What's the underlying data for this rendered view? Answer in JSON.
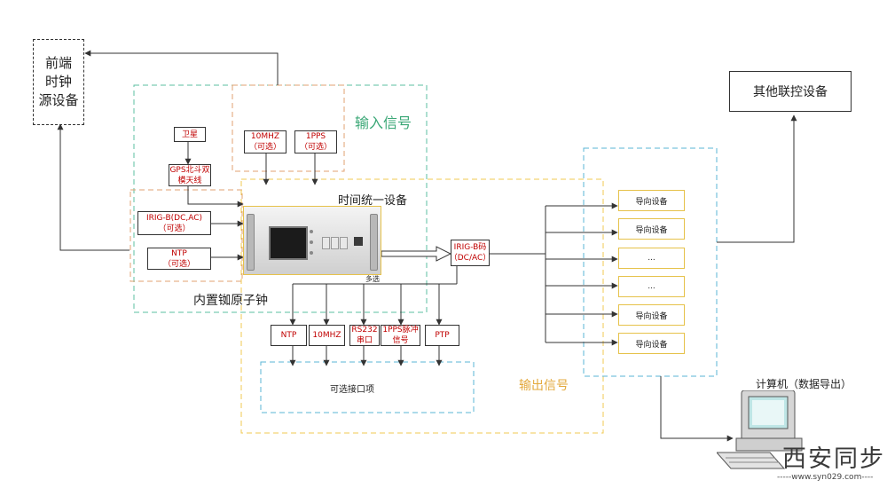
{
  "front_clock": "前端\n时钟\n源设备",
  "other_device": "其他联控设备",
  "input_signal": "输入信号",
  "satellite": "卫星",
  "antenna": "GPS北斗双\n模天线",
  "mhz_in": "10MHZ\n（可选）",
  "pps_in": "1PPS\n（可选）",
  "irigb_in": "IRIG-B(DC,AC)\n（可选）",
  "ntp_in": "NTP\n（可选）",
  "device_title": "时间统一设备",
  "builtin_clock": "内置铷原子钟",
  "multi": "多选",
  "irigb_out": "IRIG-B码\n（DC/AC）",
  "guide_label": "导向设备",
  "ellipsis": "...",
  "guides": [
    "导向设备",
    "导向设备",
    "...",
    "...",
    "导向设备",
    "导向设备"
  ],
  "outputs": [
    "NTP",
    "10MHZ",
    "RS232\n串口",
    "1PPS脉冲\n信号",
    "PTP"
  ],
  "optional_ports": "可选接口项",
  "output_signal": "输出信号",
  "computer_label": "计算机（数据导出）",
  "watermark_cn": "西安同步",
  "watermark_url": "-----www.syn029.com----"
}
